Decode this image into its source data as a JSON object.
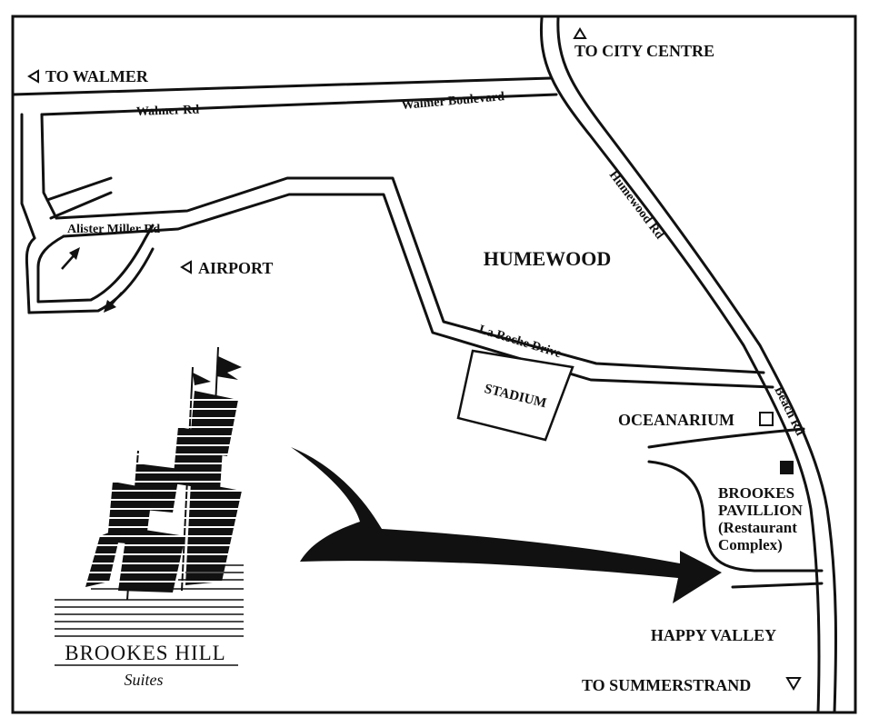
{
  "map": {
    "directions": {
      "to_walmer": "TO WALMER",
      "to_city_centre": "TO CITY CENTRE",
      "airport": "AIRPORT",
      "to_summerstrand": "TO SUMMERSTRAND"
    },
    "roads": {
      "walmer_rd": "Walmer Rd",
      "walmer_boulevard": "Walmer Boulevard",
      "alister_miller_rd": "Alister Miller Rd",
      "humewood_rd": "Humewood Rd",
      "la_roche_drive": "La Roche Drive",
      "beach_rd": "Beach Rd"
    },
    "areas": {
      "humewood": "HUMEWOOD",
      "happy_valley": "HAPPY VALLEY"
    },
    "landmarks": {
      "stadium": "STADIUM",
      "oceanarium": "OCEANARIUM",
      "pavillion_line1": "BROOKES",
      "pavillion_line2": "PAVILLION",
      "pavillion_line3": "(Restaurant",
      "pavillion_line4": "Complex)"
    },
    "logo": {
      "name": "BROOKES HILL",
      "tagline": "Suites"
    }
  }
}
